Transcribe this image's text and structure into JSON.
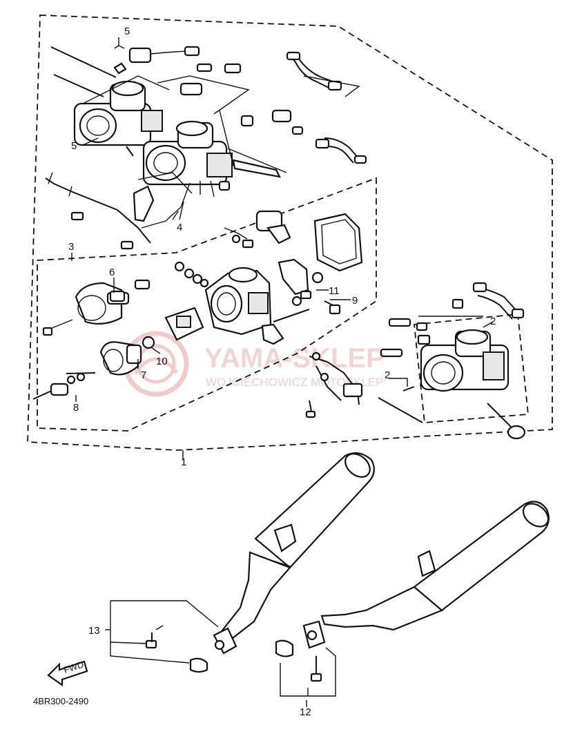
{
  "diagram": {
    "part_number": "4BR300-2490",
    "fwd_label": "FWD",
    "callouts": {
      "c1": "1",
      "c2a": "2",
      "c2b": "2",
      "c3": "3",
      "c4": "4",
      "c5a": "5",
      "c5b": "5",
      "c6": "6",
      "c7": "7",
      "c8": "8",
      "c9": "9",
      "c10": "10",
      "c11": "11",
      "c12": "12",
      "c13": "13"
    }
  },
  "watermark": {
    "title": "YAMA-SKLEP",
    "subtitle": "WOJCIECHOWICZ MOTOSKLEP"
  }
}
